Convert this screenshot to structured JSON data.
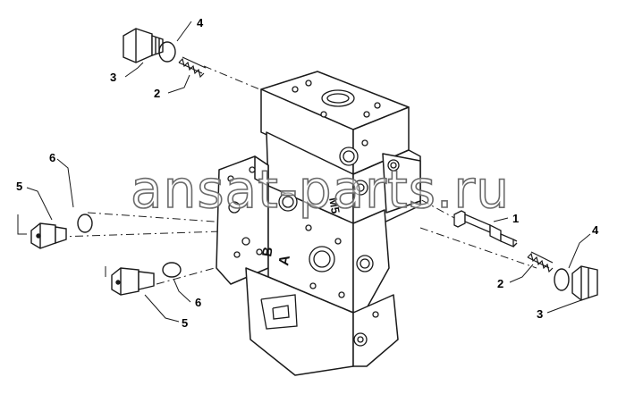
{
  "diagram": {
    "block_markings": {
      "port_a": "A",
      "port_b": "B",
      "mount_code": "M5"
    },
    "callouts": {
      "seal_upper_left": "4",
      "plug_upper_left": "3",
      "spring_upper_left": "2",
      "oring_left": "6",
      "plug_left": "5",
      "plug_lower_left": "5",
      "oring_lower_left": "6",
      "spool_right": "1",
      "spring_right": "2",
      "seal_right": "4",
      "plug_right": "3"
    }
  },
  "watermark": {
    "text": "ansat-parts.ru"
  },
  "colors": {
    "line": "#1a1a1a",
    "background": "#ffffff"
  }
}
